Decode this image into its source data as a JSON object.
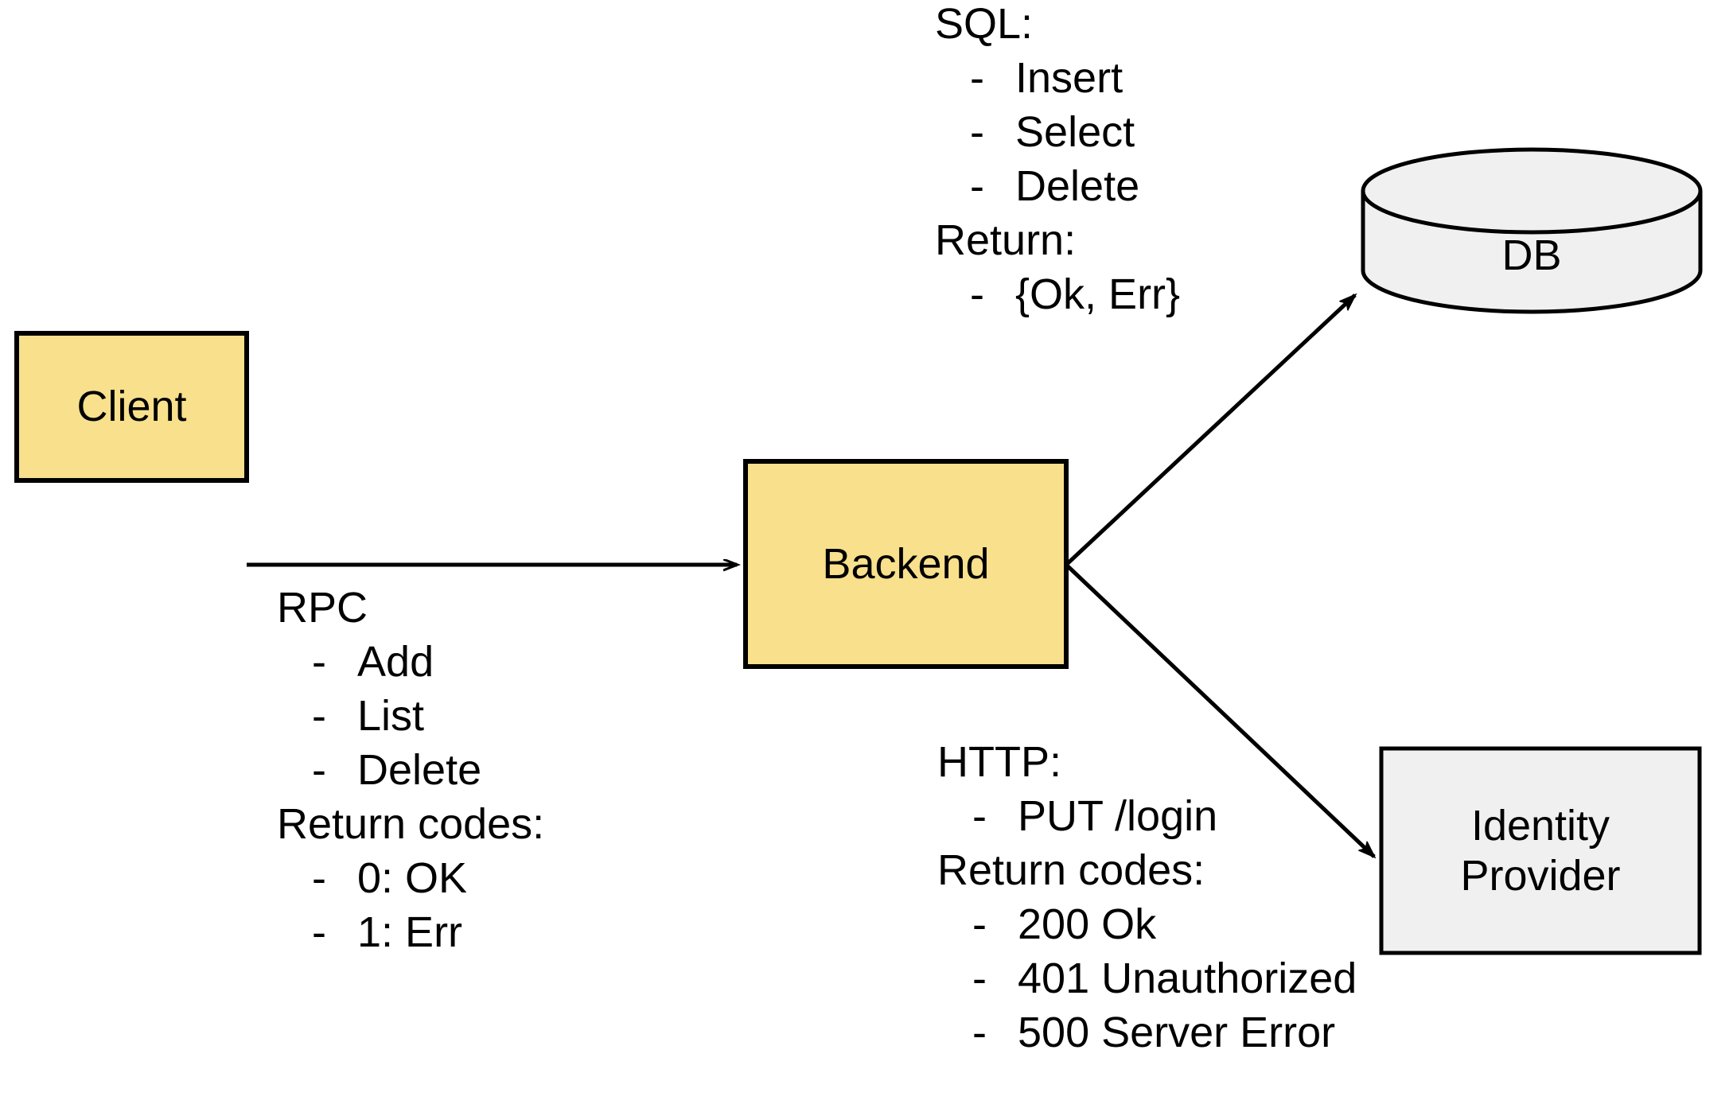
{
  "diagram": {
    "title": "Client-Backend architecture with DB and Identity Provider",
    "colors": {
      "service_fill": "#F8E08C",
      "external_fill": "#F0F0F0",
      "stroke": "#000000",
      "background": "#FFFFFF"
    },
    "nodes": {
      "client": {
        "label": "Client",
        "shape": "rectangle",
        "fill": "#F8E08C"
      },
      "backend": {
        "label": "Backend",
        "shape": "rectangle",
        "fill": "#F8E08C"
      },
      "db": {
        "label": "DB",
        "shape": "cylinder",
        "fill": "#F0F0F0"
      },
      "identity_provider": {
        "label": "Identity\nProvider",
        "shape": "rectangle",
        "fill": "#F0F0F0"
      }
    },
    "edges": [
      {
        "from": "client",
        "to": "backend",
        "protocol": "RPC",
        "arrow": true
      },
      {
        "from": "backend",
        "to": "db",
        "protocol": "SQL",
        "arrow": true
      },
      {
        "from": "backend",
        "to": "identity_provider",
        "protocol": "HTTP",
        "arrow": true
      }
    ],
    "annotations": {
      "rpc": {
        "header": "RPC",
        "bullet": "-",
        "methods": [
          "Add",
          "List",
          "Delete"
        ],
        "returns_header": "Return codes:",
        "returns": [
          "0: OK",
          "1: Err"
        ]
      },
      "sql": {
        "header": "SQL:",
        "bullet": "-",
        "statements": [
          "Insert",
          "Select",
          "Delete"
        ],
        "returns_header": "Return:",
        "returns": [
          "{Ok, Err}"
        ]
      },
      "http": {
        "header": "HTTP:",
        "bullet": "-",
        "routes": [
          "PUT /login"
        ],
        "returns_header": "Return codes:",
        "returns": [
          "200 Ok",
          "401 Unauthorized",
          "500 Server Error"
        ]
      }
    }
  }
}
